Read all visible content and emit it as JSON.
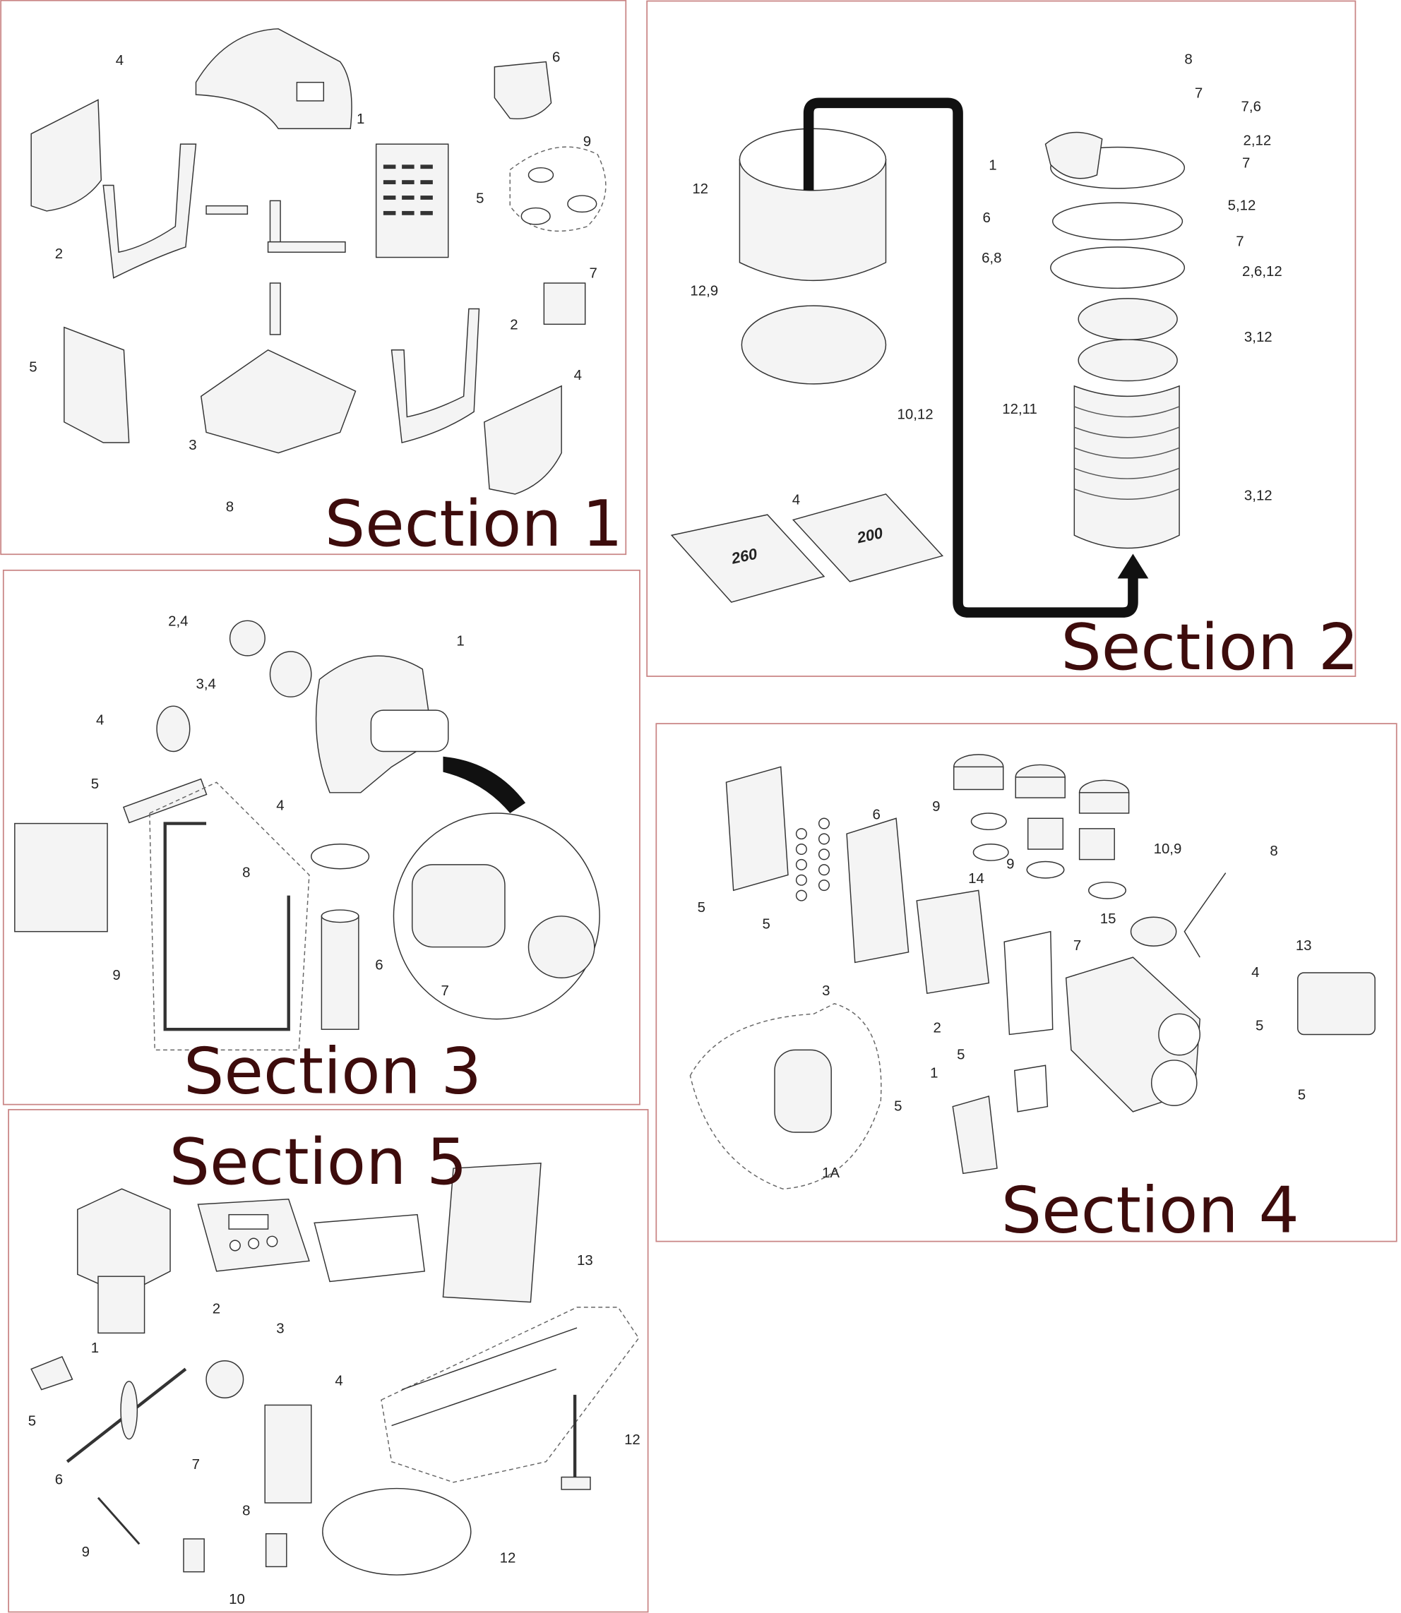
{
  "sections": [
    {
      "title": "Section 1",
      "labels": [
        "4",
        "1",
        "6",
        "9",
        "2",
        "5",
        "7",
        "5",
        "2",
        "4",
        "3",
        "8"
      ]
    },
    {
      "title": "Section 2",
      "labels": [
        "8",
        "7",
        "7,6",
        "2,12",
        "1",
        "7",
        "5,12",
        "6",
        "7",
        "6,8",
        "2,6,12",
        "12",
        "12,9",
        "3,12",
        "10,12",
        "12,11",
        "3,12",
        "4"
      ],
      "plates": [
        "260",
        "200"
      ]
    },
    {
      "title": "Section 3",
      "labels": [
        "2,4",
        "1",
        "3,4",
        "4",
        "4",
        "5",
        "8",
        "9",
        "6",
        "7"
      ]
    },
    {
      "title": "Section 4",
      "labels": [
        "9",
        "6",
        "8",
        "10,9",
        "9",
        "5",
        "5",
        "14",
        "15",
        "7",
        "13",
        "3",
        "4",
        "2",
        "5",
        "5",
        "1",
        "5",
        "5",
        "1A"
      ]
    },
    {
      "title": "Section 5",
      "labels": [
        "13",
        "2",
        "1",
        "3",
        "4",
        "5",
        "7",
        "12",
        "6",
        "8",
        "9",
        "12",
        "10"
      ]
    }
  ],
  "colors": {
    "border": "#c98585",
    "title": "#3d0c0c",
    "arrow": "#111111"
  }
}
